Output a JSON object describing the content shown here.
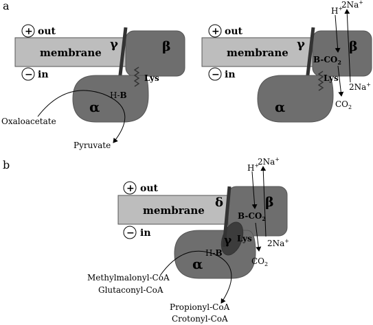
{
  "panel_a": {
    "label": "a",
    "left": {
      "out": "out",
      "in": "in",
      "plus": "+",
      "minus": "−",
      "membrane": "membrane",
      "gamma": "γ",
      "beta": "β",
      "alpha": "α",
      "lys": "Lys",
      "hb": "H-",
      "hb_b": "B",
      "substrate": "Oxaloacetate",
      "product": "Pyruvate"
    },
    "right": {
      "out": "out",
      "in": "in",
      "plus": "+",
      "minus": "−",
      "membrane": "membrane",
      "gamma": "γ",
      "beta": "β",
      "alpha": "α",
      "lys": "Lys",
      "bco2": "B-CO",
      "bco2_sub": "2",
      "h_plus": "H",
      "h_sup": "+",
      "na_top": "2Na",
      "na_top_sup": "+",
      "na_bottom": "2Na",
      "na_bottom_sup": "+",
      "co2": "CO",
      "co2_sub": "2"
    }
  },
  "panel_b": {
    "label": "b",
    "out": "out",
    "in": "in",
    "plus": "+",
    "minus": "−",
    "membrane": "membrane",
    "delta": "δ",
    "gamma": "γ",
    "beta": "β",
    "alpha": "α",
    "lys": "Lys",
    "hb": "H-",
    "hb_b": "B",
    "bco2": "B-CO",
    "bco2_sub": "2",
    "h_plus": "H",
    "h_sup": "+",
    "na_top": "2Na",
    "na_top_sup": "+",
    "na_bottom": "2Na",
    "na_bottom_sup": "+",
    "co2": "CO",
    "co2_sub": "2",
    "substrate_1": "Methylmalonyl-CoA",
    "substrate_2": "Glutaconyl-CoA",
    "product_1": "Propionyl-CoA",
    "product_2": "Crotonyl-CoA"
  },
  "colors": {
    "membrane": "#bdbdbd",
    "subunit": "#6e6e6e",
    "subunit_dark": "#3c3c3c",
    "outline": "#444444"
  }
}
